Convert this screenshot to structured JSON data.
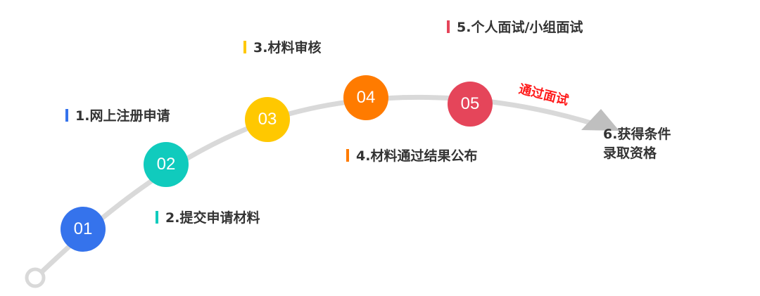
{
  "colors": {
    "track": "#d9d9d9",
    "arrow": "#bfbfbf",
    "text": "#333333",
    "pass": "#ff1a1a"
  },
  "steps": [
    {
      "number": "01",
      "label": "1.网上注册申请",
      "color": "#3573ec"
    },
    {
      "number": "02",
      "label": "2.提交申请材料",
      "color": "#10cbbd"
    },
    {
      "number": "03",
      "label": "3.材料审核",
      "color": "#ffc800"
    },
    {
      "number": "04",
      "label": "4.材料通过结果公布",
      "color": "#ff7b00"
    },
    {
      "number": "05",
      "label": "5.个人面试/小组面试",
      "color": "#e5455a"
    }
  ],
  "pass_label": "通过面试",
  "final": {
    "line1": "6.获得条件",
    "line2": "录取资格"
  }
}
